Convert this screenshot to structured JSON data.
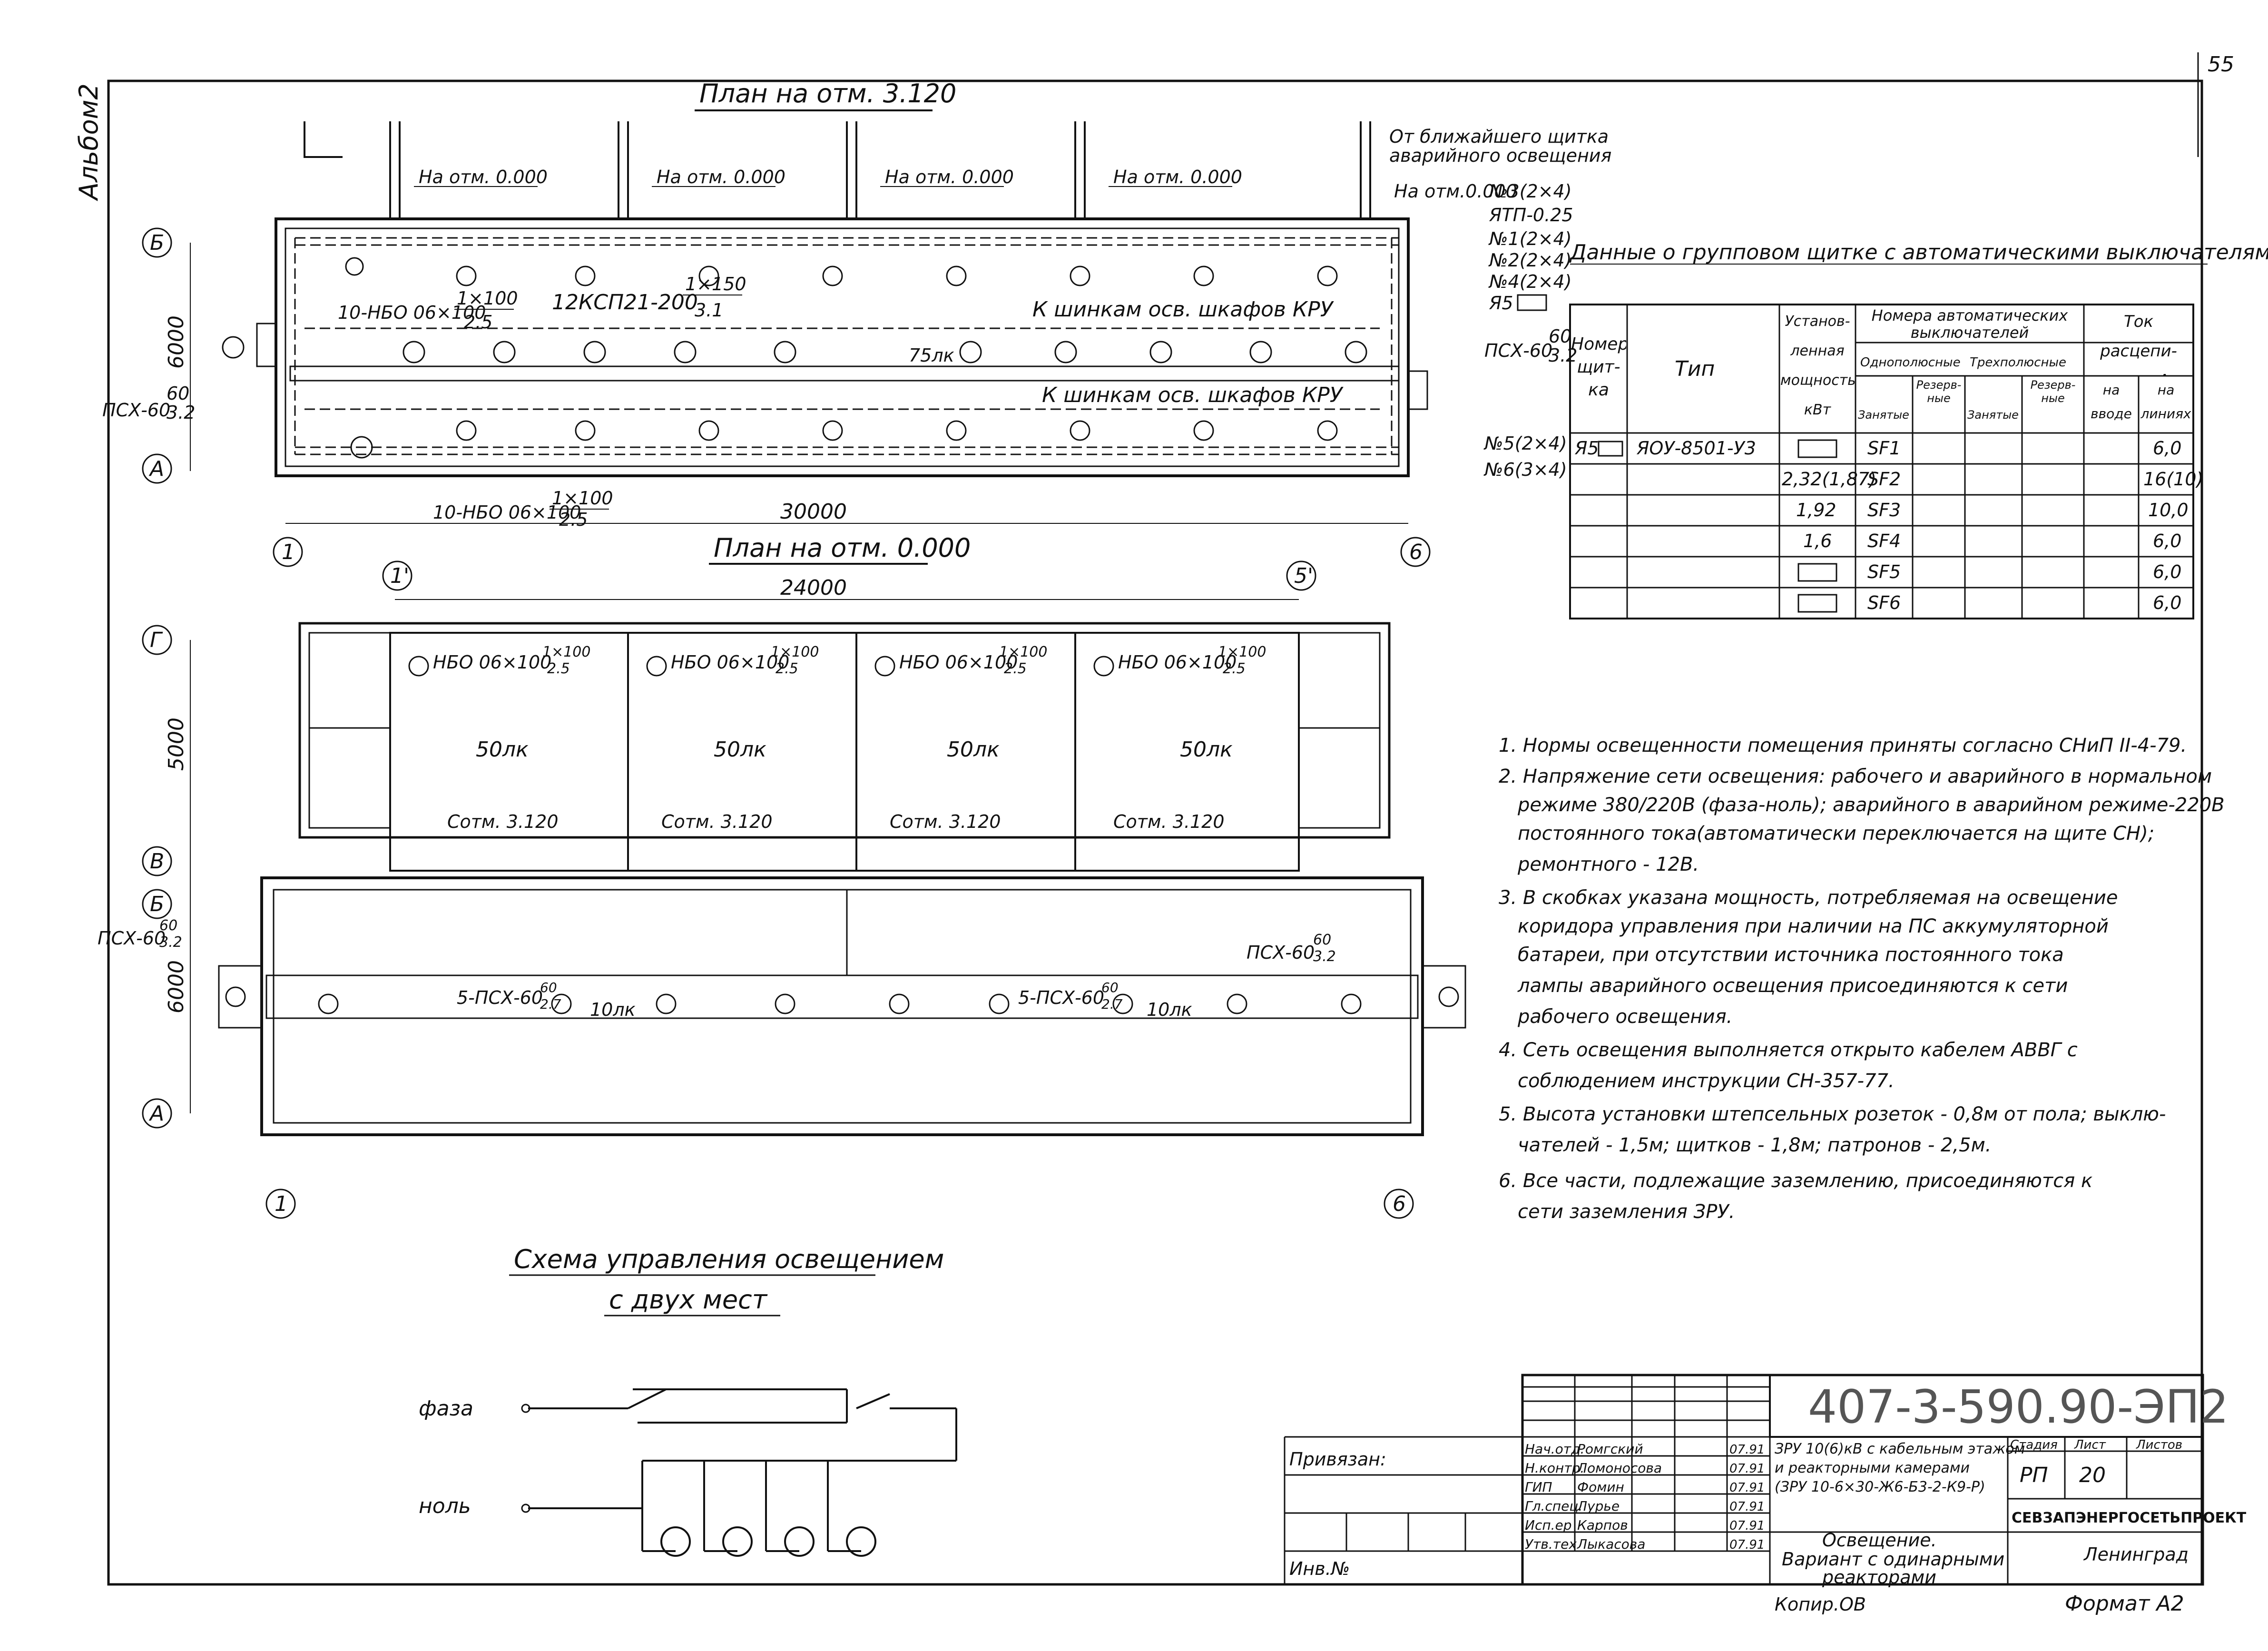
{
  "sheet": {
    "page_number": "55",
    "album_label": "Альбом2",
    "format": "Формат А2",
    "copied": "Копир.ОВ"
  },
  "plan_top": {
    "title": "План на отм. 3.120",
    "level_labels": [
      "На отм. 0.000",
      "На отм. 0.000",
      "На отм. 0.000",
      "На отм. 0.000"
    ],
    "emergency_note": [
      "От ближайшего щитка",
      "аварийного освещения"
    ],
    "feeder_labels": [
      "На отм.0.000",
      "№3(2×4)",
      "ЯТП-0.25",
      "№1(2×4)",
      "№2(2×4)",
      "№4(2×4)",
      "Я5"
    ],
    "lamp_label_1": "10-НБО 06×100",
    "lamp_label_1_frac": [
      "1×100",
      "2.5"
    ],
    "lamp_label_2": "12КСП21-200",
    "lamp_label_2_frac": [
      "1×150",
      "3.1"
    ],
    "lamp_label_3": "10-НБО 06×100",
    "lamp_label_3_frac": [
      "1×100",
      "2.5"
    ],
    "kru_note_1": "К шинкам осв. шкафов КРУ",
    "kru_note_2": "К шинкам осв. шкафов КРУ",
    "lux": "75лк",
    "psx_left": "ПСХ-60",
    "psx_left_frac": [
      "60",
      "3.2"
    ],
    "psx_right": "ПСХ-60",
    "psx_right_frac": [
      "60",
      "3.2"
    ],
    "feeder_bottom": [
      "№5(2×4)",
      "№6(3×4)"
    ],
    "dimension_width": "30000",
    "dimension_height": "6000",
    "axes_rows": [
      "Б",
      "А"
    ],
    "axes_cols": [
      "1",
      "6"
    ]
  },
  "plan_bottom": {
    "title": "План на отм. 0.000",
    "dimension_width": "24000",
    "dimension_h1": "5000",
    "dimension_h2": "6000",
    "axes_rows": [
      "Г",
      "В",
      "Б",
      "А"
    ],
    "axes_cols_top": [
      "1'",
      "5'"
    ],
    "axes_cols": [
      "1",
      "6"
    ],
    "room_lamp": "НБО 06×100",
    "room_lamp_frac": [
      "1×100",
      "2.5"
    ],
    "room_lux": [
      "50лк",
      "50лк",
      "50лк",
      "50лк"
    ],
    "room_source": [
      "Сотм. 3.120",
      "Сотм. 3.120",
      "Сотм. 3.120",
      "Сотм. 3.120"
    ],
    "corridor_lamp_1": "5-ПСХ-60",
    "corridor_lamp_1_frac": [
      "60",
      "2.7"
    ],
    "corridor_lamp_2": "5-ПСХ-60",
    "corridor_lamp_2_frac": [
      "60",
      "2.7"
    ],
    "corridor_lux": [
      "10лк",
      "10лк"
    ],
    "psx_left": "ПСХ-60",
    "psx_left_frac": [
      "60",
      "3.2"
    ],
    "psx_right": "ПСХ-60",
    "psx_right_frac": [
      "60",
      "3.2"
    ]
  },
  "panel_table": {
    "title": "Данные о групповом щитке с автоматическими выключателями",
    "headers": {
      "number": "Номер щит-ка",
      "type": "Тип",
      "power": "Установ-ленная мощность кВт",
      "breakers": "Номера автоматических выключателей",
      "single_pole": "Однополюсные",
      "three_pole": "Трехполюсные",
      "occupied": "Занятые",
      "reserve": "Резерв-ные",
      "current": "Ток расцепи-теля, А",
      "input": "на вводе",
      "lines": "на линиях"
    },
    "rows": [
      {
        "number": "Я5",
        "type": "ЯОУ-8501-У3",
        "power": "",
        "breaker": "SF1",
        "line_current": "6,0"
      },
      {
        "number": "",
        "type": "",
        "power": "2,32(1,87)",
        "breaker": "SF2",
        "line_current": "16(10)"
      },
      {
        "number": "",
        "type": "",
        "power": "1,92",
        "breaker": "SF3",
        "line_current": "10,0"
      },
      {
        "number": "",
        "type": "",
        "power": "1,6",
        "breaker": "SF4",
        "line_current": "6,0"
      },
      {
        "number": "",
        "type": "",
        "power": "",
        "breaker": "SF5",
        "line_current": "6,0"
      },
      {
        "number": "",
        "type": "",
        "power": "",
        "breaker": "SF6",
        "line_current": "6,0"
      }
    ]
  },
  "notes": [
    "1. Нормы освещенности помещения приняты согласно СНиП II-4-79.",
    "2. Напряжение сети освещения: рабочего и аварийного в нормальном",
    "режиме 380/220В (фаза-ноль); аварийного в аварийном режиме-220В",
    "постоянного тока(автоматически переключается на щите СН);",
    "ремонтного - 12В.",
    "3. В скобках указана мощность, потребляемая на освещение",
    "коридора управления при наличии на ПС аккумуляторной",
    "батареи, при отсутствии источника постоянного тока",
    "лампы аварийного освещения присоединяются к сети",
    "рабочего освещения.",
    "4. Сеть освещения выполняется открыто кабелем АВВГ с",
    "соблюдением инструкции СН-357-77.",
    "5. Высота установки штепсельных розеток - 0,8м от пола; выклю-",
    "чателей - 1,5м; щитков - 1,8м; патронов - 2,5м.",
    "6. Все части, подлежащие заземлению, присоединяются к",
    "сети заземления ЗРУ."
  ],
  "control_scheme": {
    "title_1": "Схема управления освещением",
    "title_2": "с двух мест",
    "phase": "фаза",
    "neutral": "ноль"
  },
  "title_block": {
    "drawing_code": "407-3-590.90-ЭП2",
    "linked": "Привязан:",
    "inv": "Инв.№",
    "roles": [
      "Нач.отд.",
      "Н.контр.",
      "ГИП",
      "Гл.спец.",
      "Исп.ер",
      "Утв.тех"
    ],
    "names": [
      "Ромгский",
      "Ломоносова",
      "Фомин",
      "Лурье",
      "Карпов",
      "Лыкасова"
    ],
    "dates": [
      "07.91",
      "07.91",
      "07.91",
      "07.91",
      "07.91",
      "07.91"
    ],
    "project_desc": [
      "ЗРУ 10(6)кВ с кабельным этажом",
      "и реакторными камерами",
      "(ЗРУ 10-6×30-Ж6-Б3-2-К9-Р)"
    ],
    "sheet_desc": [
      "Освещение.",
      "Вариант с одинарными",
      "реакторами"
    ],
    "stage_label": "Стадия",
    "sheet_label": "Лист",
    "sheets_label": "Листов",
    "stage": "РП",
    "sheet": "20",
    "org": "СЕВЗАПЭНЕРГОСЕТЬПРОЕКТ",
    "city": "Ленинград"
  }
}
